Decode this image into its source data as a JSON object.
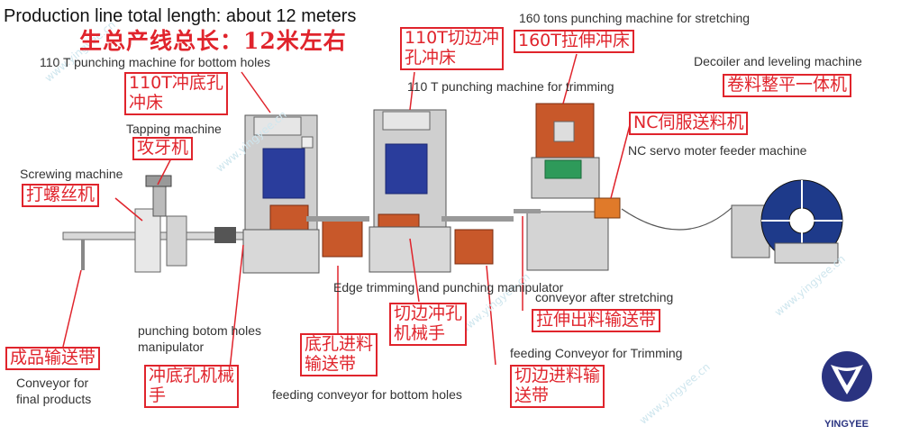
{
  "title": {
    "en": "Production line total length: about 12 meters",
    "cn": "生总产线总长：12米左右"
  },
  "labels": {
    "punch_bottom_en": "110 T punching machine for bottom holes",
    "punch_bottom_cn": [
      "110T冲底孔",
      "冲床"
    ],
    "tapping_en": "Tapping machine",
    "tapping_cn": "攻牙机",
    "screwing_en": "Screwing machine",
    "screwing_cn": "打螺丝机",
    "trim_cn": [
      "110T切边冲",
      "孔冲床"
    ],
    "trim_en": "110 T punching machine for trimming",
    "stretch_en": "160 tons punching machine for stretching",
    "stretch_cn": "160T拉伸冲床",
    "decoiler_en": "Decoiler and leveling machine",
    "decoiler_cn": "卷料整平一体机",
    "servo_cn": "NC伺服送料机",
    "servo_en": "NC servo moter feeder machine",
    "edge_manip_en": "Edge trimming and punching manipulator",
    "conv_stretch_en": "conveyor after stretching",
    "conv_stretch_cn": "拉伸出料输送带",
    "edge_manip_cn": [
      "切边冲孔",
      "机械手"
    ],
    "bottom_manip_en": [
      "punching botom holes",
      "manipulator"
    ],
    "bottom_manip_cn": [
      "冲底孔机械",
      "手"
    ],
    "bottom_feed_cn": [
      "底孔进料",
      "输送带"
    ],
    "bottom_feed_en": "feeding conveyor for bottom holes",
    "trim_feed_en": "feeding Conveyor for Trimming",
    "trim_feed_cn": [
      "切边进料输",
      "送带"
    ],
    "final_cn": "成品输送带",
    "final_en": [
      "Conveyor for",
      "final products"
    ]
  },
  "brand": {
    "name": "YINGYEE",
    "watermark": "www.yingyee.cn"
  },
  "colors": {
    "accent": "#e0242c",
    "machine_blue": "#2a3d9c",
    "orange": "#c8582a",
    "green": "#2e9a5a"
  }
}
